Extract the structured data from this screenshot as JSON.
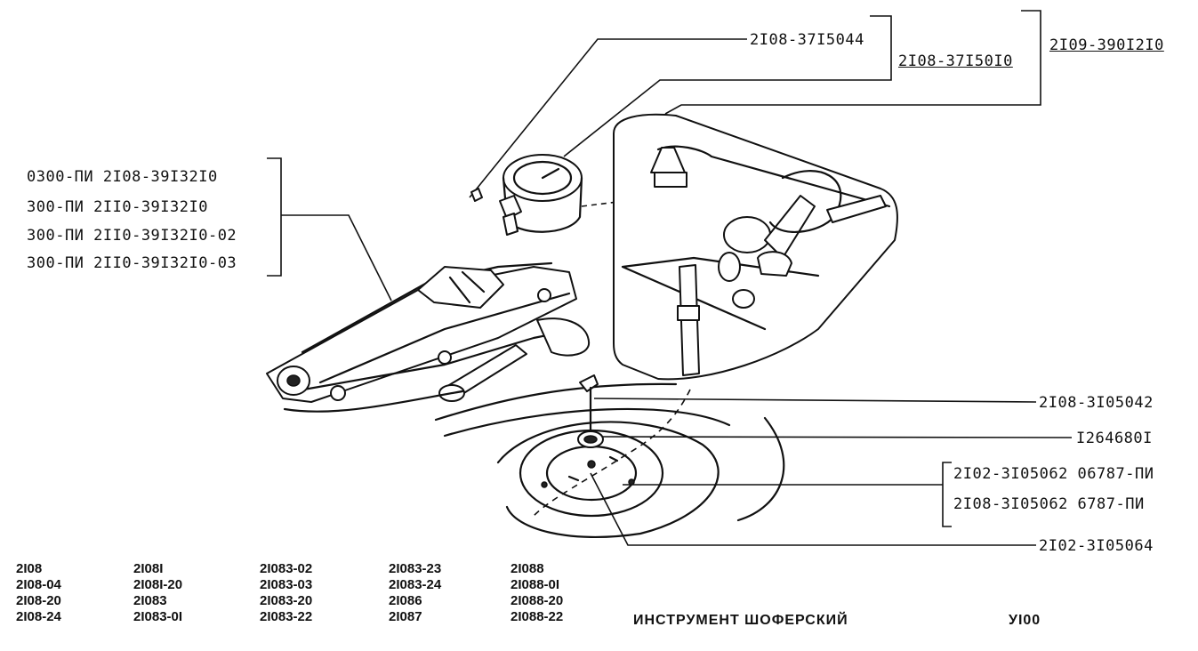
{
  "callouts": {
    "gauge_part": "2I08-37I5044",
    "gauge_assembly": "2I08-37I50I0",
    "kit_bag": "2I09-390I2I0",
    "jack_lines": [
      "0300-ПИ 2I08-39I32I0",
      "300-ПИ   2II0-39I32I0",
      "300-ПИ   2II0-39I32I0-02",
      "300-ПИ   2II0-39I32I0-03"
    ],
    "hook": "2I08-3I05042",
    "washer": "I264680I",
    "bolt_lines": [
      "2I02-3I05062 06787-ПИ",
      "2I08-3I05062  6787-ПИ"
    ],
    "wheel_mount": "2I02-3I05064"
  },
  "models": {
    "col1": [
      "2I08",
      "2I08-04",
      "2I08-20",
      "2I08-24"
    ],
    "col2": [
      "2I08I",
      "2I08I-20",
      "2I083",
      "2I083-0I"
    ],
    "col3": [
      "2I083-02",
      "2I083-03",
      "2I083-20",
      "2I083-22"
    ],
    "col4": [
      "2I083-23",
      "2I083-24",
      "2I086",
      "2I087"
    ],
    "col5": [
      "2I088",
      "2I088-0I",
      "2I088-20",
      "2I088-22"
    ]
  },
  "footer": {
    "title": "ИНСТРУМЕНТ ШОФЕРСКИЙ",
    "code": "УI00"
  }
}
